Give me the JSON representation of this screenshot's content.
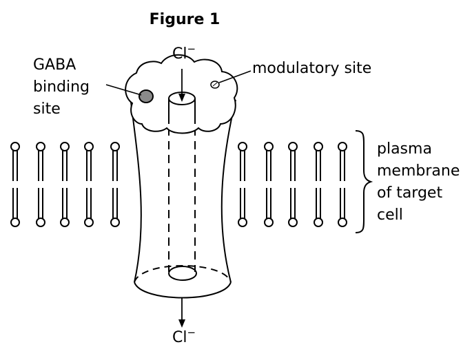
{
  "figure": {
    "title": "Figure 1"
  },
  "ions": {
    "top_symbol": "Cl",
    "top_charge": "−",
    "bottom_symbol": "Cl",
    "bottom_charge": "−"
  },
  "labels": {
    "gaba_line1": "GABA",
    "gaba_line2": "binding",
    "gaba_line3": "site",
    "modulatory": "modulatory site",
    "membrane_line1": "plasma",
    "membrane_line2": "membrane",
    "membrane_line3": "of target",
    "membrane_line4": "cell"
  },
  "colors": {
    "ink": "#000000",
    "binding_site_fill": "#8a8a8a",
    "background": "#ffffff"
  }
}
